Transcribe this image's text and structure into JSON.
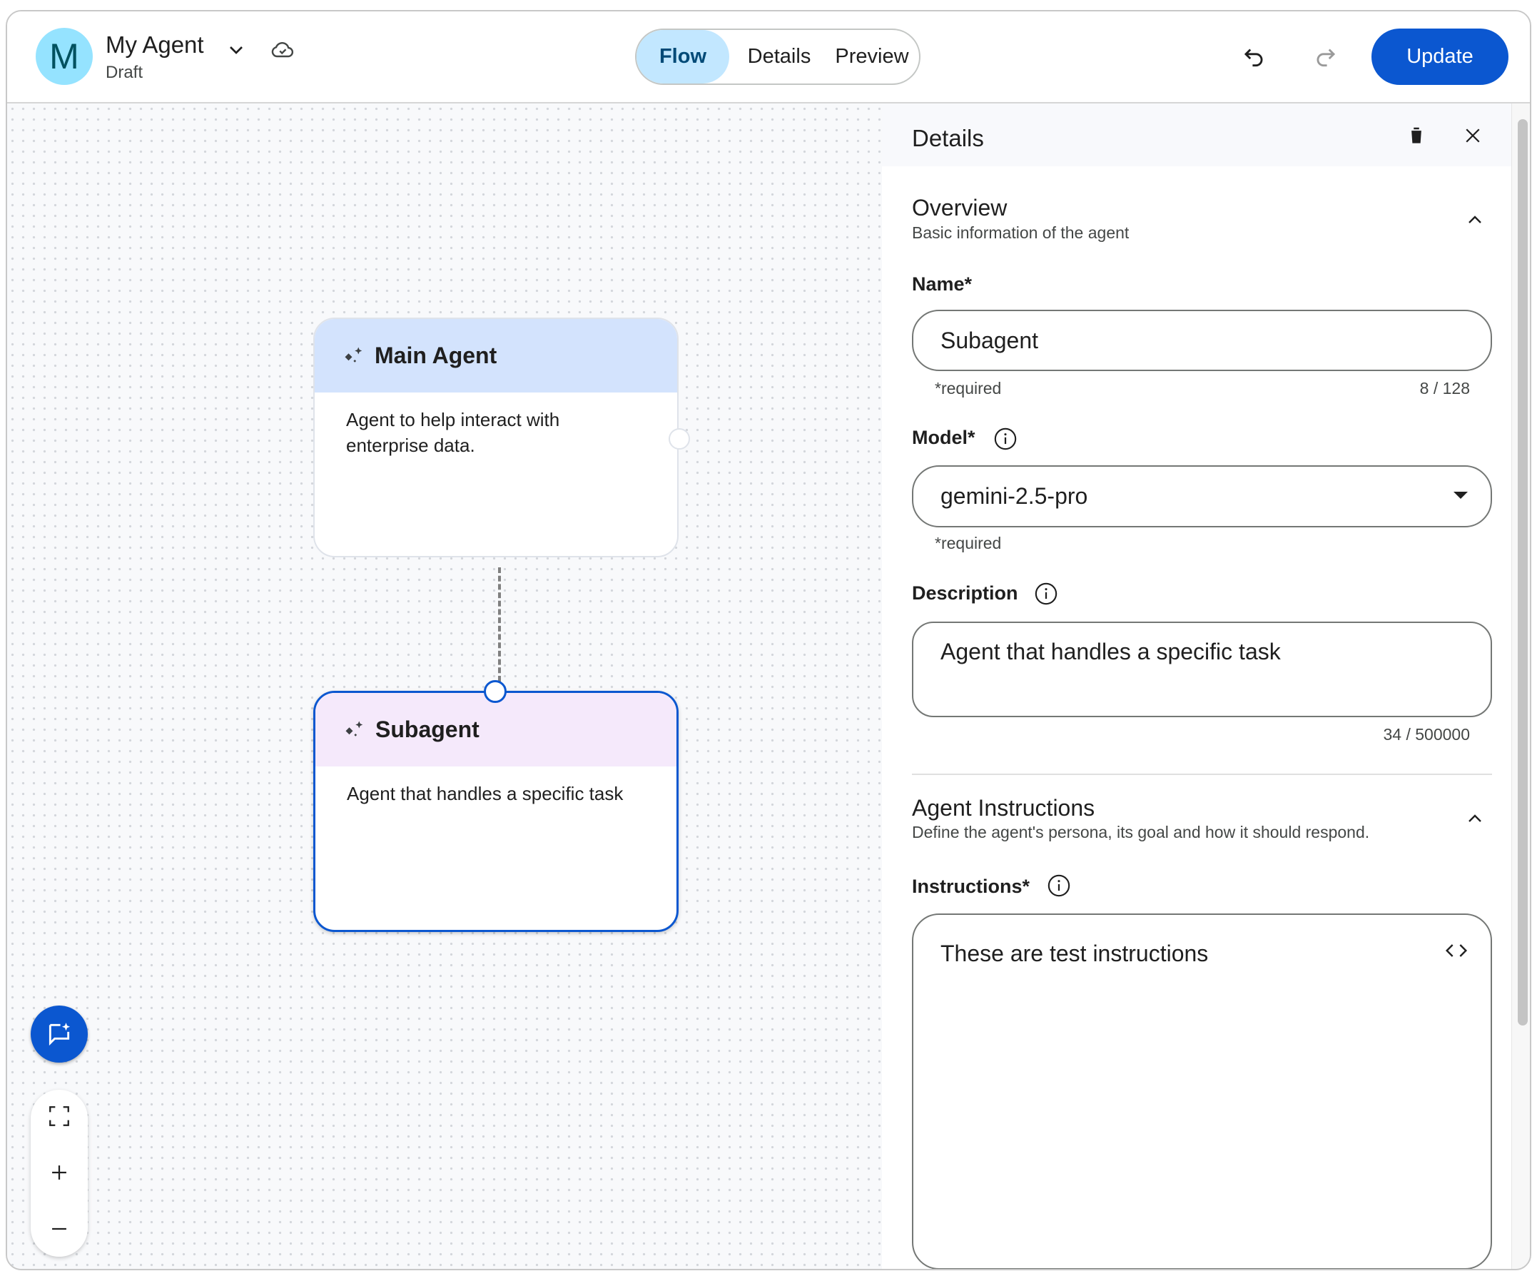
{
  "header": {
    "avatar_letter": "M",
    "agent_name": "My Agent",
    "status": "Draft",
    "tabs": [
      {
        "label": "Flow",
        "active": true
      },
      {
        "label": "Details",
        "active": false
      },
      {
        "label": "Preview",
        "active": false
      }
    ],
    "update_label": "Update"
  },
  "canvas": {
    "nodes": [
      {
        "title": "Main Agent",
        "description": "Agent to help interact with enterprise data.",
        "header_color": "#d3e3fd",
        "selected": false
      },
      {
        "title": "Subagent",
        "description": "Agent that handles a specific task",
        "header_color": "#f5e9fb",
        "selected": true
      }
    ]
  },
  "panel": {
    "title": "Details",
    "overview": {
      "title": "Overview",
      "subtitle": "Basic information of the agent",
      "name_label": "Name*",
      "name_value": "Subagent",
      "name_hint": "*required",
      "name_count": "8 / 128",
      "model_label": "Model*",
      "model_value": "gemini-2.5-pro",
      "model_hint": "*required",
      "description_label": "Description",
      "description_value": "Agent that handles a specific task",
      "description_count": "34 / 500000"
    },
    "instructions": {
      "title": "Agent Instructions",
      "subtitle": "Define the agent's persona, its goal and how it should respond.",
      "label": "Instructions*",
      "value": "These are test instructions"
    }
  },
  "colors": {
    "accent": "#0b57d0",
    "flow_tab": "#c2e7ff",
    "avatar": "#95e3ff"
  }
}
